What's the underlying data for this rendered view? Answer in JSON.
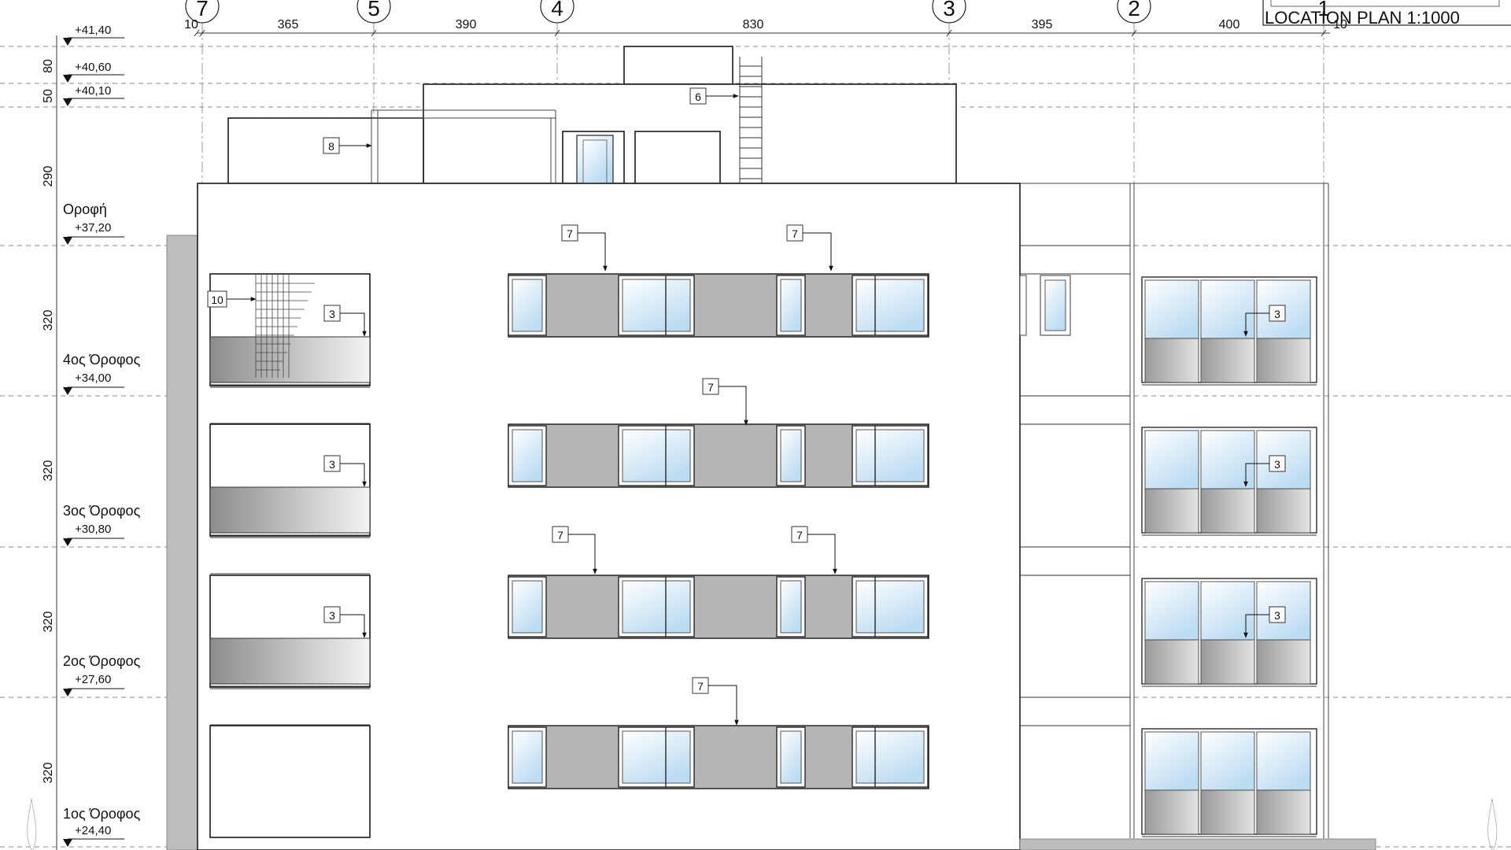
{
  "axes": {
    "labels": [
      "7",
      "5",
      "4",
      "3",
      "2",
      "1"
    ],
    "spacings": [
      "10",
      "365",
      "390",
      "830",
      "395",
      "400",
      "10"
    ]
  },
  "level_marks": [
    "+41,40",
    "+40,60",
    "+40,10",
    "+37,20",
    "+34,00",
    "+30,80",
    "+27,60",
    "+24,40"
  ],
  "floor_names": [
    "Οροφή",
    "4ος Όροφος",
    "3ος Όροφος",
    "2ος Όροφος",
    "1ος Όροφος"
  ],
  "vertical_dims": [
    "80",
    "50",
    "290",
    "320",
    "320",
    "320",
    "320"
  ],
  "location_plan_title": "LOCATION PLAN 1:1000",
  "callouts": {
    "c6": "6",
    "c8": "8",
    "c10": "10",
    "c3": "3",
    "c7": "7"
  },
  "colors": {
    "glass_top": "#ffffff",
    "glass_bottom": "#bcdcf2",
    "panel_grey": "#b5b5b5",
    "dark_grey": "#8c8c8c",
    "line": "#1a1a1a"
  }
}
